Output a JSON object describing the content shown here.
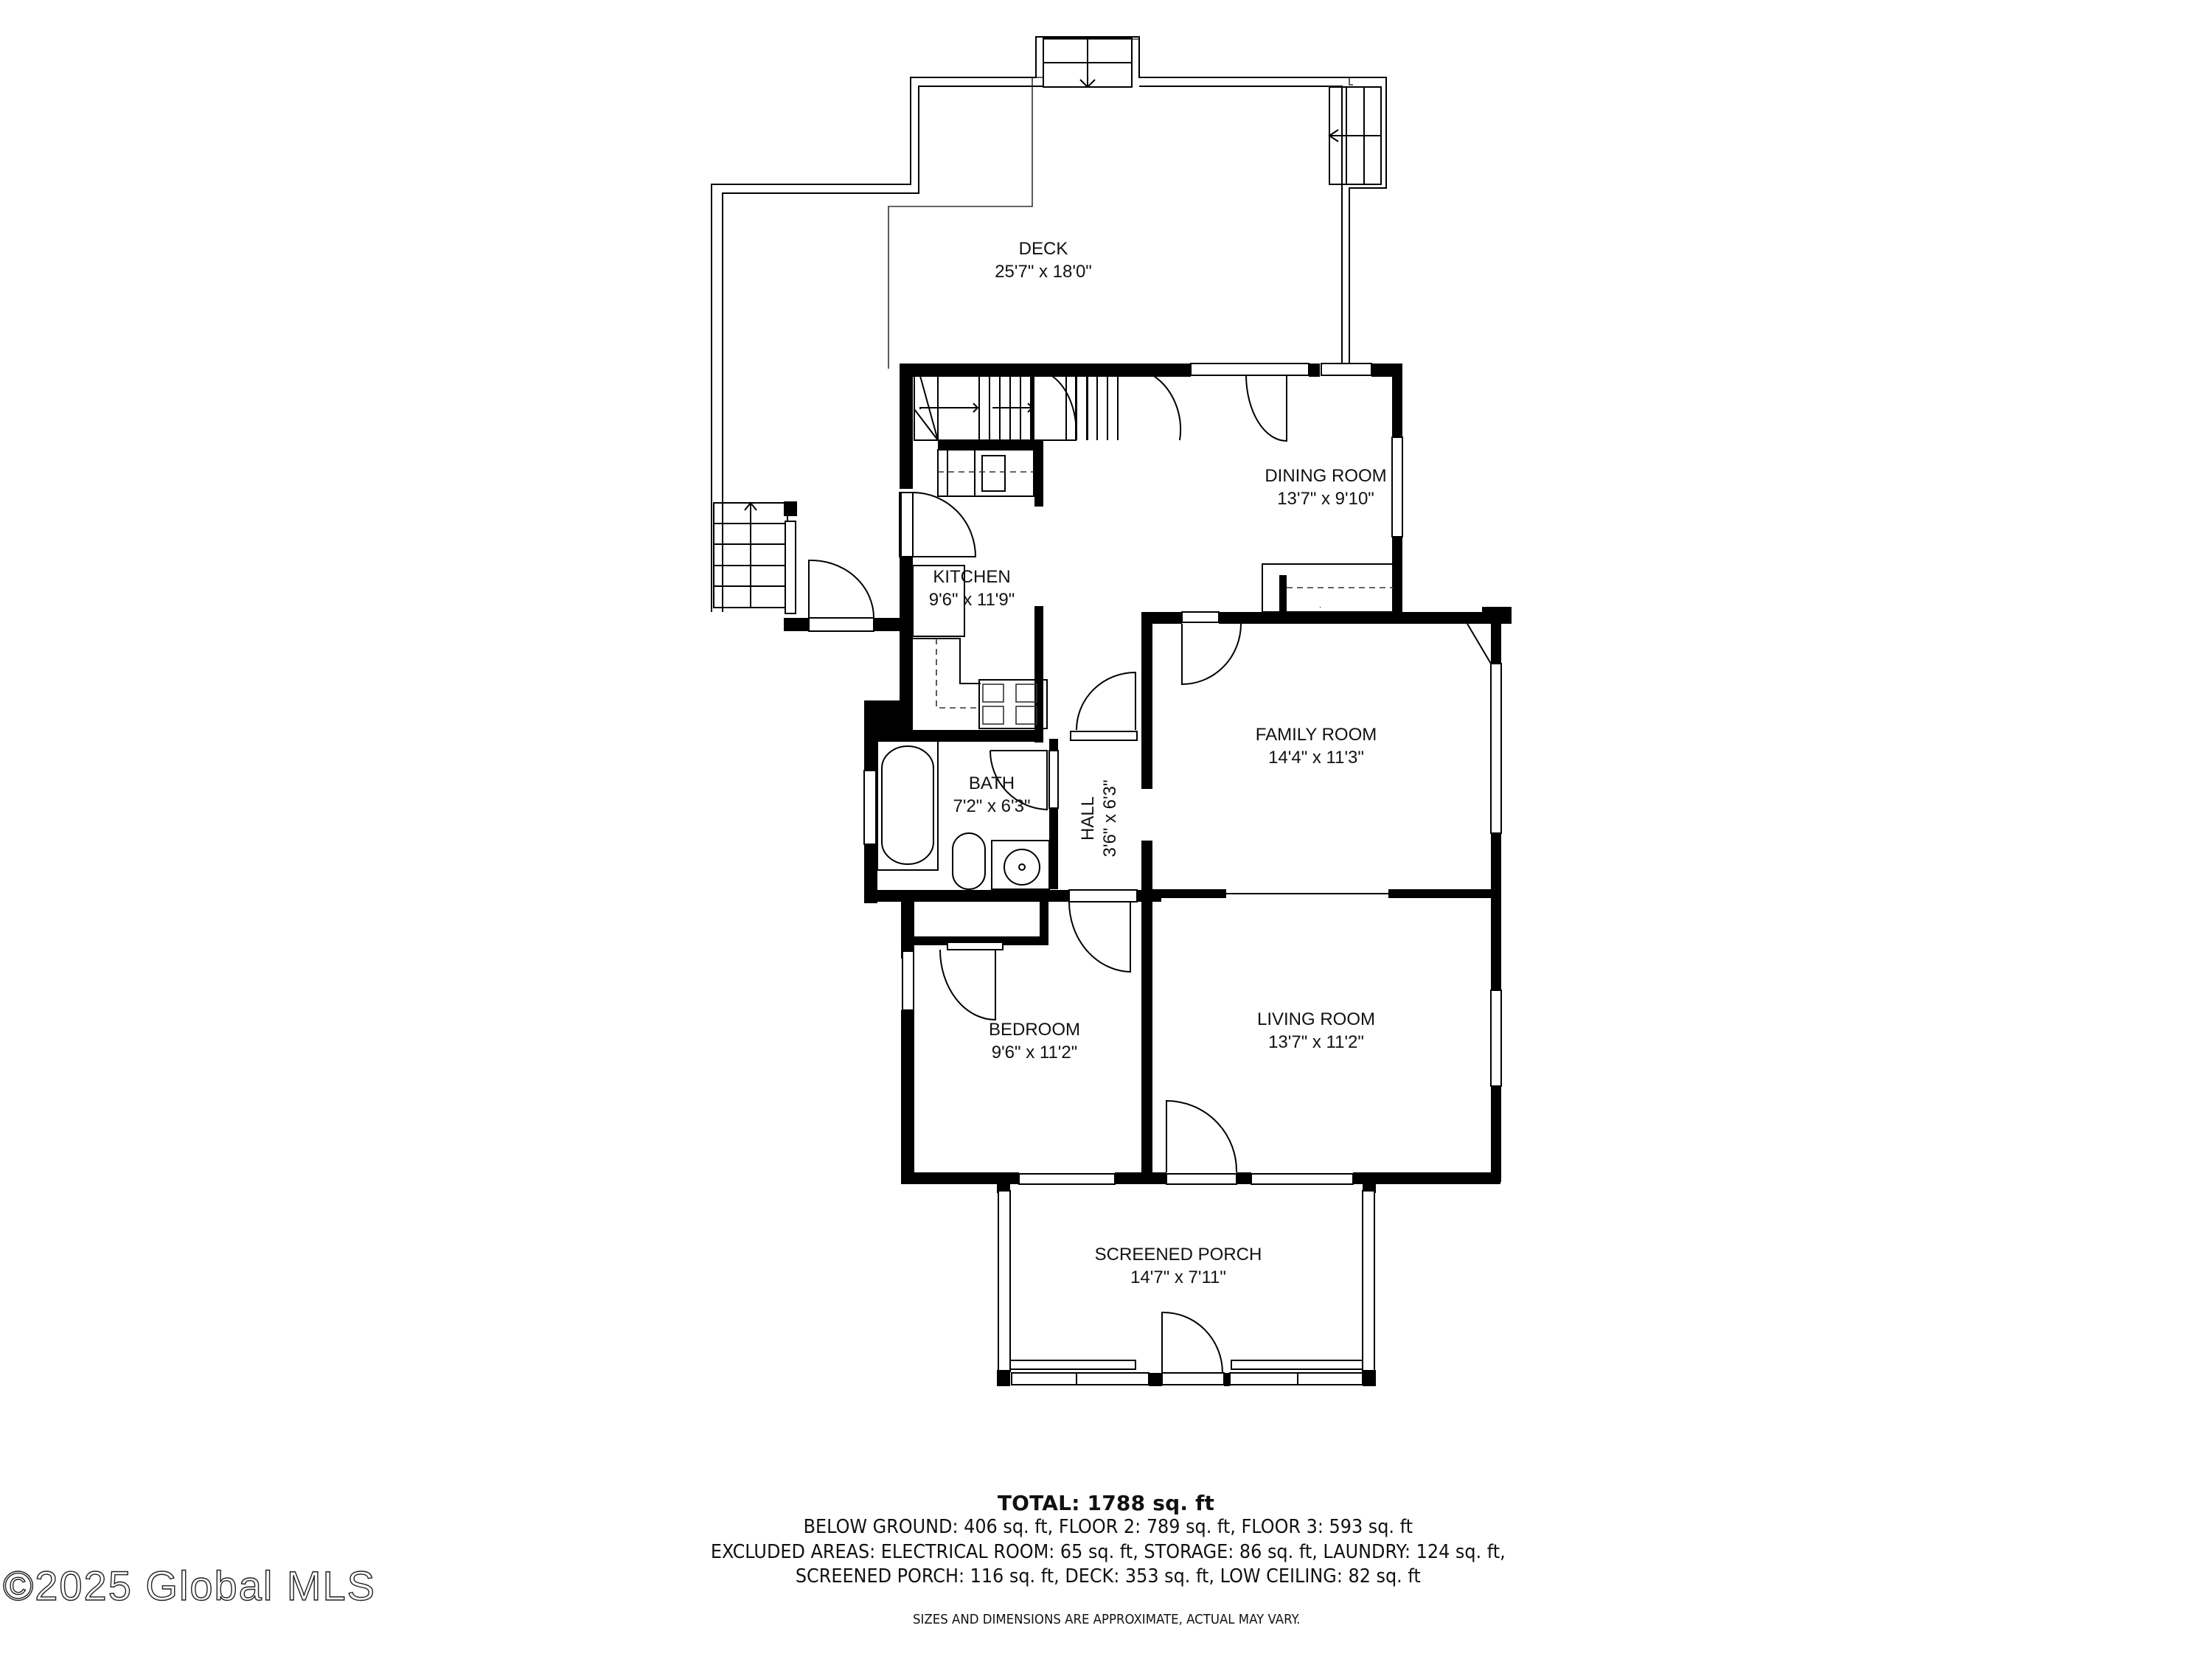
{
  "rooms": {
    "deck": {
      "name": "DECK",
      "dims": "25'7\" x 18'0\""
    },
    "dining_room": {
      "name": "DINING ROOM",
      "dims": "13'7\" x 9'10\""
    },
    "kitchen": {
      "name": "KITCHEN",
      "dims": "9'6\" x 11'9\""
    },
    "family_room": {
      "name": "FAMILY ROOM",
      "dims": "14'4\" x 11'3\""
    },
    "bath": {
      "name": "BATH",
      "dims": "7'2\" x 6'3\""
    },
    "hall": {
      "name": "HALL",
      "dims": "3'6\" x 6'3\""
    },
    "bedroom": {
      "name": "BEDROOM",
      "dims": "9'6\" x 11'2\""
    },
    "living_room": {
      "name": "LIVING ROOM",
      "dims": "13'7\" x 11'2\""
    },
    "screened_porch": {
      "name": "SCREENED PORCH",
      "dims": "14'7\" x 7'11\""
    }
  },
  "summary": {
    "total": "TOTAL: 1788 sq. ft",
    "line1": "BELOW GROUND: 406 sq. ft, FLOOR 2: 789 sq. ft, FLOOR 3: 593 sq. ft",
    "line2": "EXCLUDED AREAS: ELECTRICAL ROOM: 65 sq. ft, STORAGE: 86 sq. ft, LAUNDRY: 124 sq. ft,",
    "line3": "SCREENED PORCH: 116 sq. ft, DECK: 353 sq. ft, LOW CEILING: 82 sq. ft",
    "disclaimer": "SIZES AND DIMENSIONS ARE APPROXIMATE, ACTUAL MAY VARY."
  },
  "watermark": "©2025 Global MLS"
}
